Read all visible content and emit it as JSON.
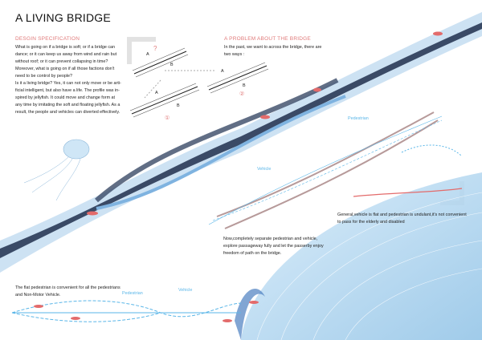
{
  "title": "A LIVING BRIDGE",
  "design_spec": {
    "heading": "DESGIN SPECIFICATION",
    "lines": [
      "What is going on if a bridge is soft; or if a bridge can",
      "dance; or it can keep us away from wind and rain but",
      "without roof; or it can prevent collapsing in time?",
      "Moreover, what is going on if all those factions don't",
      "need to be control by people?",
      "Is it a living bridge? Yes, it can not only move or be arti-",
      "ficial intelligent, but also have a life. The profile was in-",
      "spired by jellyfish. It could move and change form at",
      "any time by imitating the soft and floating jellyfish. As a",
      "result, the people and vehicles can diverted effectively."
    ]
  },
  "problem": {
    "heading": "A PROBLEM ABOUT THE BRIDGE",
    "lines": [
      "In the past, we want to across the bridge, there are",
      "two ways :"
    ]
  },
  "diagram_labels": {
    "a": "A",
    "b": "B",
    "question": "?",
    "way1": "①",
    "way2": "②"
  },
  "labels": {
    "pedestrian": "Pedestrian",
    "vehicle": "Vehicle",
    "pedestrian2": "Pedestrian",
    "vehicle2": "Vehicle"
  },
  "note_general": [
    "General,vehicle is flat and pedestrian is undulant,it's not convenient",
    "to pass for the elderly and disabled"
  ],
  "note_separate": [
    "Now,completely separate pedestrian and vehicle,",
    "explore passageway fully and let the passerby enjoy",
    "freedom of path on the bridge."
  ],
  "note_flat": [
    "The flat pedestrian is convenient for all the pedestrians",
    "and Non-Motor Vehicle."
  ],
  "colors": {
    "accent": "#e07a7a",
    "blue": "#5ab6e8",
    "deck": "#3a4a66"
  }
}
